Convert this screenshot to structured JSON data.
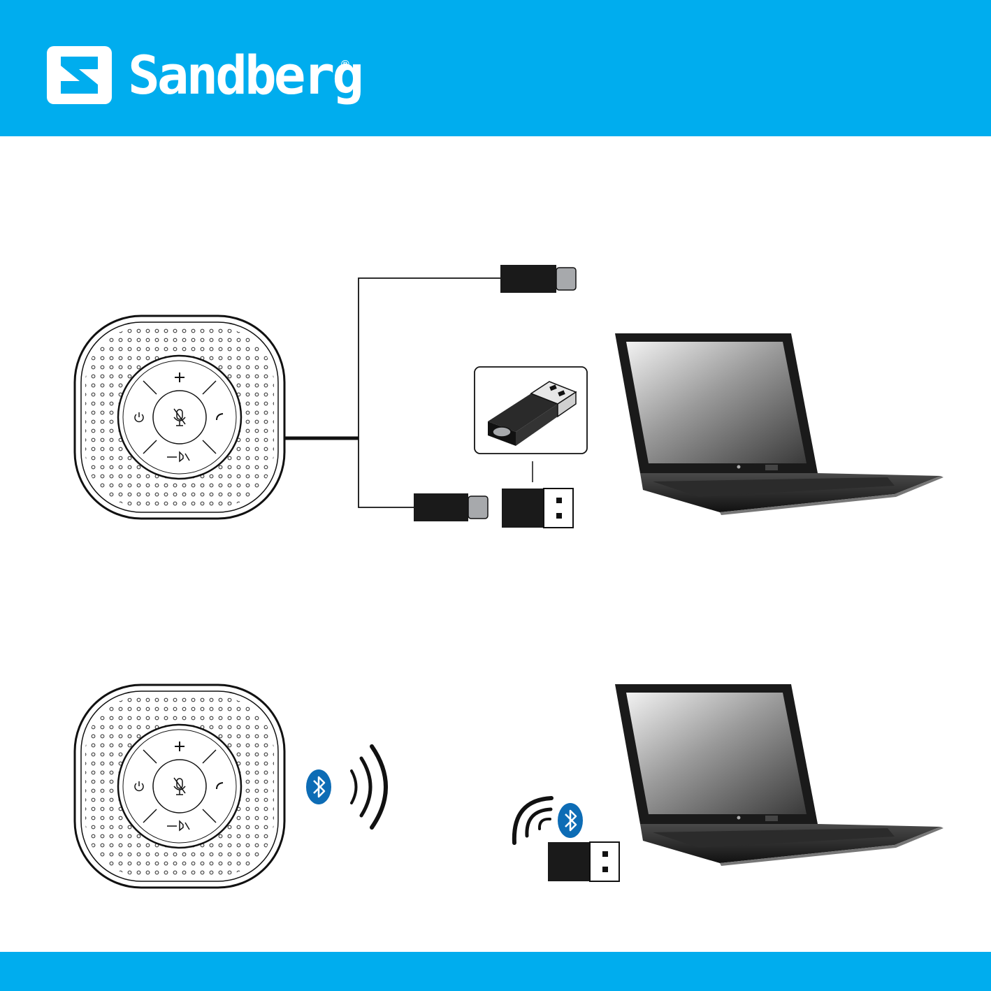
{
  "brand": {
    "name": "Sandberg",
    "registered_mark": "®",
    "color": "#00adee"
  },
  "speaker": {
    "button_plus": "+",
    "button_minus": "—",
    "icons": [
      "power-icon",
      "mic-mute-icon",
      "phone-icon",
      "speaker-mute-icon"
    ]
  },
  "connections": [
    {
      "mode": "usb-cable",
      "plugs": [
        "usb-c-plug",
        "usb-c-plug"
      ],
      "adapter": "usb-c-to-usb-a-adapter",
      "target": "laptop"
    },
    {
      "mode": "bluetooth",
      "icon": "bluetooth-icon",
      "dongle": "usb-bluetooth-dongle",
      "target": "laptop"
    }
  ],
  "colors": {
    "bluetooth": "#0d6cb5",
    "device": "#1a1a1a",
    "plug_tip": "#a7a9ac"
  }
}
